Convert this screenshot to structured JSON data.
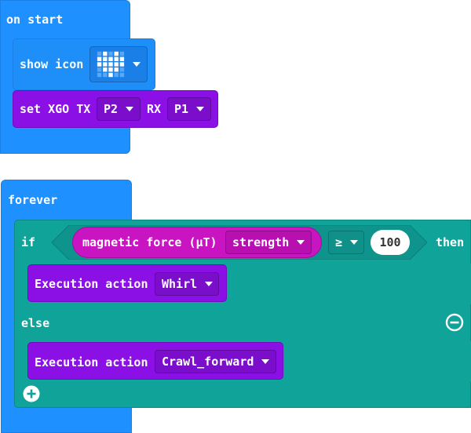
{
  "on_start": {
    "hat_label": "on start",
    "show_icon": {
      "label": "show icon",
      "icon_name": "heart-icon"
    },
    "set_xgo": {
      "label": "set XGO TX",
      "tx_value": "P2",
      "rx_label": "RX",
      "rx_value": "P1"
    }
  },
  "forever": {
    "hat_label": "forever",
    "if_block": {
      "if_label": "if",
      "then_label": "then",
      "else_label": "else",
      "condition": {
        "reporter_label": "magnetic force (µT)",
        "reporter_value": "strength",
        "operator": "≥",
        "number": "100"
      },
      "then_action": {
        "label": "Execution action",
        "value": "Whirl"
      },
      "else_action": {
        "label": "Execution action",
        "value": "Crawl_forward"
      }
    }
  },
  "colors": {
    "events_blue": "#1e90ff",
    "xgo_purple": "#8a10e6",
    "logic_teal": "#10a39a",
    "input_magenta": "#c914c1"
  }
}
